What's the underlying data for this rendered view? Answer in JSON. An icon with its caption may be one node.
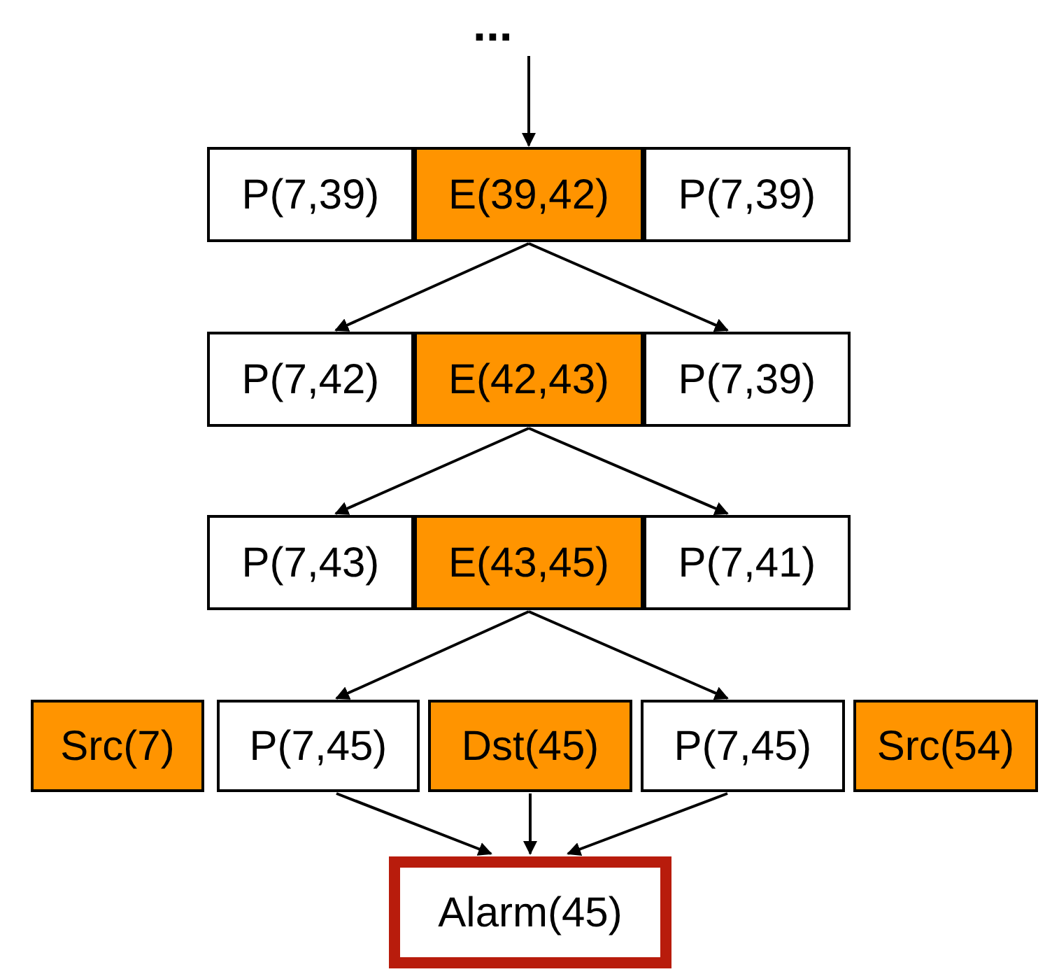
{
  "diagram": {
    "nodes": [
      {
        "text": [
          "..."
        ]
      },
      {
        "text": [
          "P(7,39)"
        ]
      },
      {
        "text": [
          "E(39,42)"
        ]
      },
      {
        "text": [
          "P(7,39)"
        ]
      },
      {
        "text": [
          "P(7,42)"
        ]
      },
      {
        "text": [
          "E(42,43)"
        ]
      },
      {
        "text": [
          "P(7,39)"
        ]
      },
      {
        "text": [
          "P(7,43)"
        ]
      },
      {
        "text": [
          "E(43,45)"
        ]
      },
      {
        "text": [
          "P(7,41)"
        ]
      },
      {
        "text": [
          "Src(7)"
        ]
      },
      {
        "text": [
          "P(7,45)"
        ]
      },
      {
        "text": [
          "Dst(45)"
        ]
      },
      {
        "text": [
          "P(7,45)"
        ]
      },
      {
        "text": [
          "Src(54)"
        ]
      },
      {
        "text": [
          "Alarm(45)"
        ]
      }
    ],
    "edges": [
      {
        "from": 0,
        "to": 2,
        "arrow": "to"
      },
      {
        "from": 2,
        "to": 4,
        "arrow": "to"
      },
      {
        "from": 2,
        "to": 6,
        "arrow": "to"
      },
      {
        "from": 5,
        "to": 7,
        "arrow": "to"
      },
      {
        "from": 5,
        "to": 9,
        "arrow": "to"
      },
      {
        "from": 8,
        "to": 11,
        "arrow": "to"
      },
      {
        "from": 8,
        "to": 13,
        "arrow": "to"
      },
      {
        "from": 11,
        "to": 15,
        "arrow": "to"
      },
      {
        "from": 12,
        "to": 15,
        "arrow": "to"
      },
      {
        "from": 13,
        "to": 15,
        "arrow": "to"
      }
    ]
  }
}
